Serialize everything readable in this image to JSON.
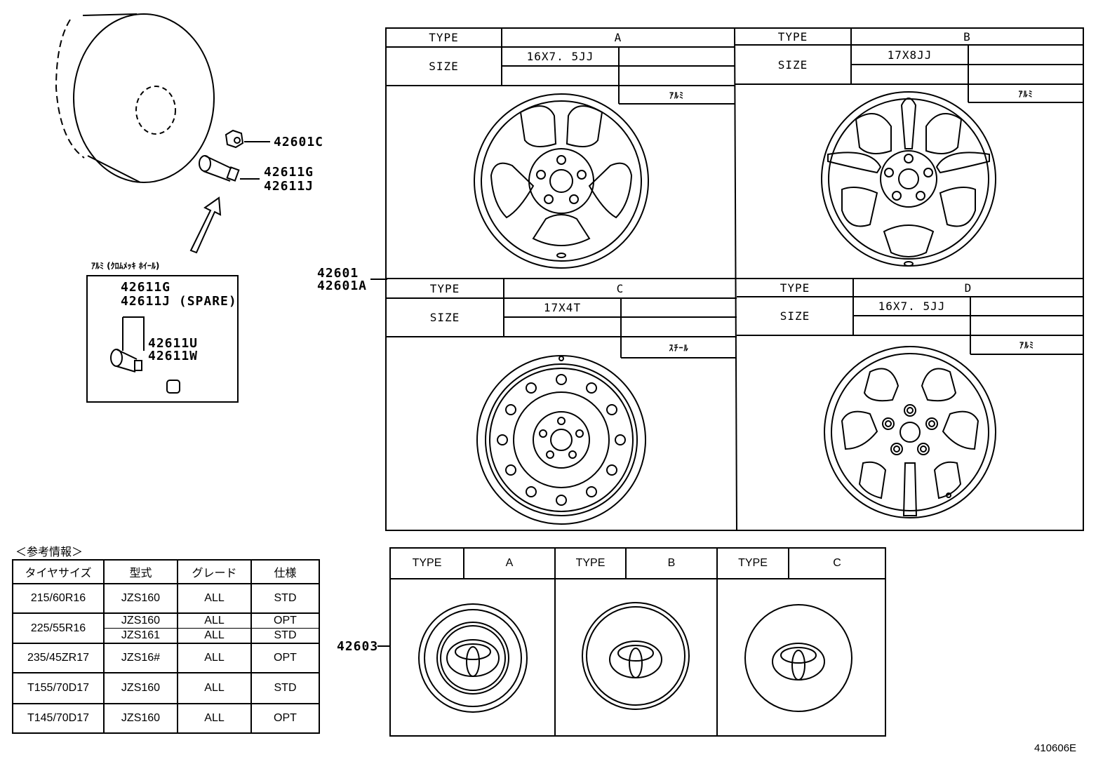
{
  "labels": {
    "c42601c": "42601C",
    "c42611g": "42611G",
    "c42611j": "42611J",
    "inset_title": "ｱﾙﾐ (ｸﾛﾑﾒｯｷ ﾎｲｰﾙ)",
    "inset_g": "42611G",
    "inset_j": "42611J (SPARE)",
    "inset_u": "42611U",
    "inset_w": "42611W",
    "c42601": "42601",
    "c42601a": "42601A",
    "c42603": "42603",
    "diagram_id": "410606E"
  },
  "wheel_types": [
    {
      "type_label": "TYPE",
      "size_label": "SIZE",
      "type": "A",
      "size": "16X7. 5JJ",
      "material": "ｱﾙﾐ"
    },
    {
      "type_label": "TYPE",
      "size_label": "SIZE",
      "type": "B",
      "size": "17X8JJ",
      "material": "ｱﾙﾐ"
    },
    {
      "type_label": "TYPE",
      "size_label": "SIZE",
      "type": "C",
      "size": "17X4T",
      "material": "ｽﾁｰﾙ"
    },
    {
      "type_label": "TYPE",
      "size_label": "SIZE",
      "type": "D",
      "size": "16X7. 5JJ",
      "material": "ｱﾙﾐ"
    }
  ],
  "cap_types": [
    {
      "type_label": "TYPE",
      "type": "A"
    },
    {
      "type_label": "TYPE",
      "type": "B"
    },
    {
      "type_label": "TYPE",
      "type": "C"
    }
  ],
  "reference": {
    "title": "＜参考情報＞",
    "headers": [
      "タイヤサイズ",
      "型式",
      "グレード",
      "仕様"
    ],
    "rows": [
      {
        "tire": "215/60R16",
        "model": "JZS160",
        "grade": "ALL",
        "spec": "STD"
      },
      {
        "tire": "225/55R16",
        "model": "JZS160",
        "grade": "ALL",
        "spec": "OPT"
      },
      {
        "tire": "",
        "model": "JZS161",
        "grade": "ALL",
        "spec": "STD"
      },
      {
        "tire": "235/45ZR17",
        "model": "JZS16#",
        "grade": "ALL",
        "spec": "OPT"
      },
      {
        "tire": "T155/70D17",
        "model": "JZS160",
        "grade": "ALL",
        "spec": "STD"
      },
      {
        "tire": "T145/70D17",
        "model": "JZS160",
        "grade": "ALL",
        "spec": "OPT"
      }
    ]
  }
}
